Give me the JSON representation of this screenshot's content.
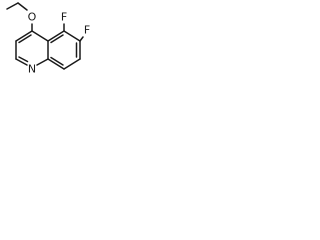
{
  "molecule": {
    "atoms": {
      "oxygen": "O",
      "fluorine_5": "F",
      "fluorine_6": "F",
      "nitrogen": "N"
    },
    "colors": {
      "bond": "#1a1a1a",
      "label": "#1a1a1a",
      "background": "#ffffff"
    }
  }
}
